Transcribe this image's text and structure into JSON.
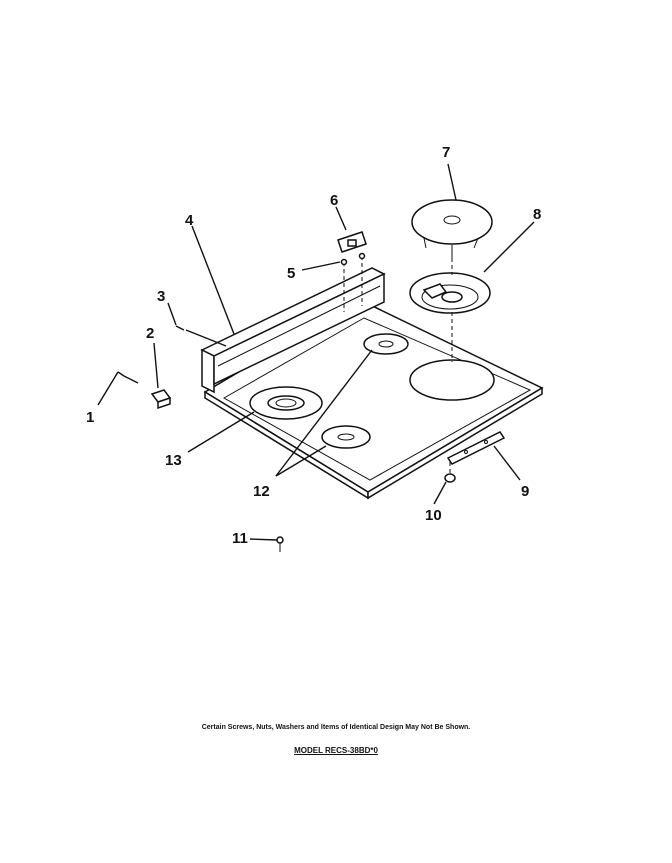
{
  "callouts": {
    "c1": "1",
    "c2": "2",
    "c3": "3",
    "c4": "4",
    "c5": "5",
    "c6": "6",
    "c7": "7",
    "c8": "8",
    "c9": "9",
    "c10": "10",
    "c11": "11",
    "c12": "12",
    "c13": "13"
  },
  "footer": {
    "note": "Certain Screws, Nuts, Washers and Items of Identical Design May Not Be Shown.",
    "model": "MODEL RECS-38BD*0"
  }
}
